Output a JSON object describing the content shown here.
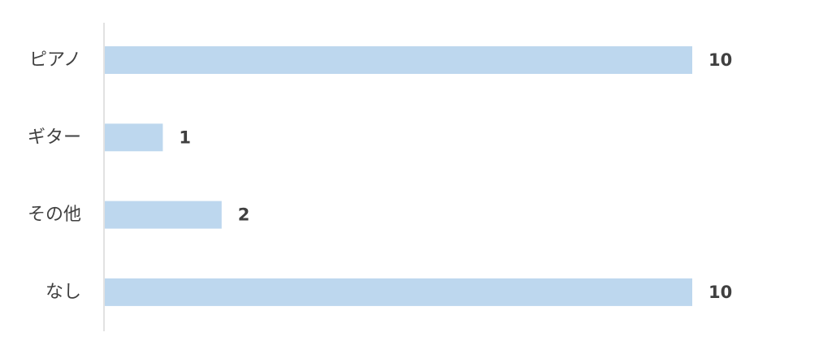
{
  "chart_data": {
    "type": "bar",
    "orientation": "horizontal",
    "categories": [
      "ピアノ",
      "ギター",
      "その他",
      "なし"
    ],
    "values": [
      10,
      1,
      2,
      10
    ],
    "xlim": [
      0,
      10
    ],
    "grid": false,
    "legend": "none",
    "colors": {
      "bar": "#BDD7EE",
      "axis": "#D9D9D9",
      "text": "#404040"
    }
  }
}
